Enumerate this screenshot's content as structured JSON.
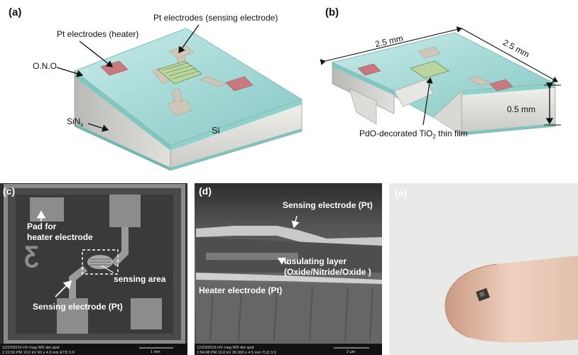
{
  "panel_a": {
    "label": "(a)",
    "heater_label": "Pt electrodes (heater)",
    "sensing_label": "Pt electrodes (sensing electrode)",
    "ono_label": "O.N.O",
    "sinx_base": "SiN",
    "sinx_sub": "x",
    "si_label": "Si"
  },
  "panel_b": {
    "label": "(b)",
    "dim_top": "2.5 mm",
    "dim_right": "2.5 mm",
    "dim_thickness": "0.5 mm",
    "film_label_pre": "PdO-decorated TiO",
    "film_label_sub": "2",
    "film_label_post": " thin film"
  },
  "panel_c": {
    "label": "(c)",
    "pad_label_line1": "Pad for",
    "pad_label_line2": "heater electrode",
    "area_label": "sensing area",
    "electrode_label": "Sensing electrode (Pt)",
    "databar_row1": "12/23/2016   HV     mag    WD    det  spot",
    "databar_row2": "2:22:50 PM  10.0 kV  60 x  4.0 mm  ETD  3.0",
    "scale": "1 mm"
  },
  "panel_d": {
    "label": "(d)",
    "sensing_label": "Sensing electrode (Pt)",
    "insulating_line1": "Insulating layer",
    "insulating_line2": "(Oxide/Nitride/Oxide )",
    "heater_label": "Heater electrode (Pt)",
    "databar_row1": "12/23/2016   HV     mag     WD    det  spot",
    "databar_row2": "2:54:08 PM  10.0 kV  30 000 x  4.5 mm  TLD  3.0",
    "scale": "2 μm"
  },
  "panel_e": {
    "label": "(e)"
  },
  "colors": {
    "film_top": "#a9d7d6",
    "film_edge": "#7fc0bd",
    "si_side": "#d9d9d6",
    "heater_pad": "#c97a80",
    "electrode": "#c8c0b4",
    "sem_bg": "#3a3a3a",
    "finger": "#e7c6b2"
  }
}
